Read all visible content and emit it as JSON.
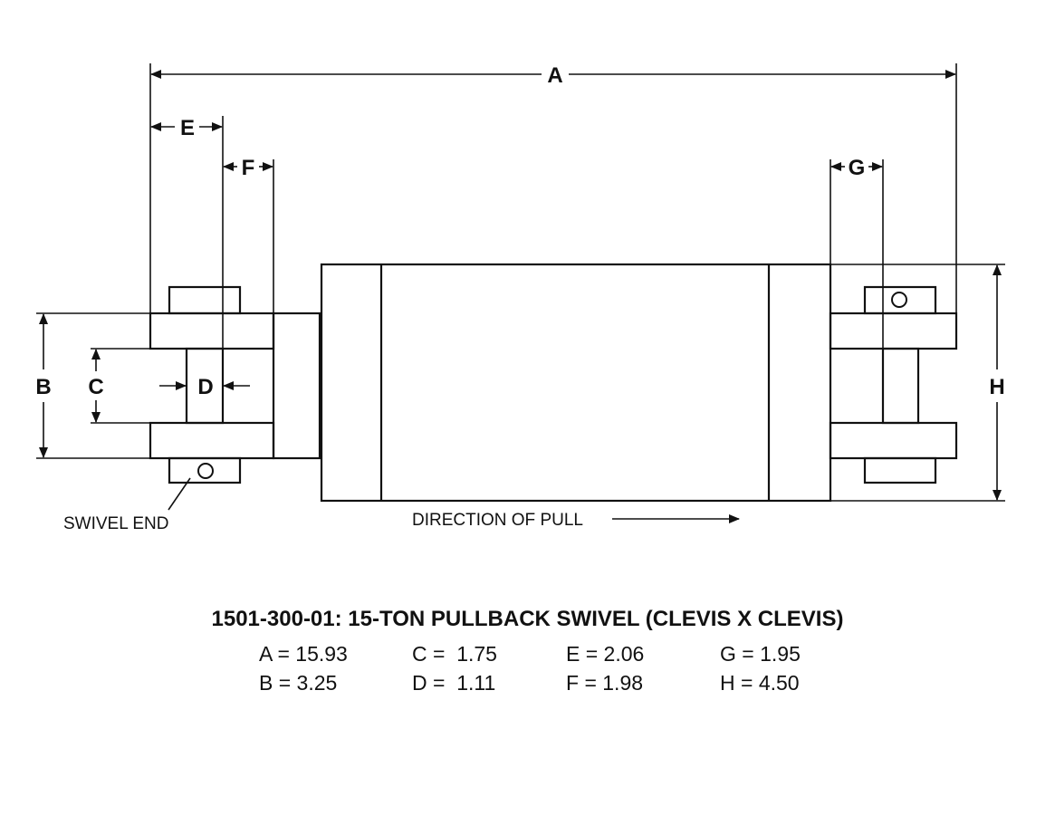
{
  "labels": {
    "A": "A",
    "B": "B",
    "C": "C",
    "D": "D",
    "E": "E",
    "F": "F",
    "G": "G",
    "H": "H"
  },
  "notes": {
    "swivel_end": "SWIVEL END",
    "direction": "DIRECTION OF PULL"
  },
  "title": "1501-300-01: 15-TON PULLBACK SWIVEL (CLEVIS X CLEVIS)",
  "specs": {
    "A": "A = 15.93",
    "B": "B = 3.25",
    "C": "C =  1.75",
    "D": "D =  1.11",
    "E": "E = 2.06",
    "F": "F = 1.98",
    "G": "G = 1.95",
    "H": "H = 4.50"
  }
}
